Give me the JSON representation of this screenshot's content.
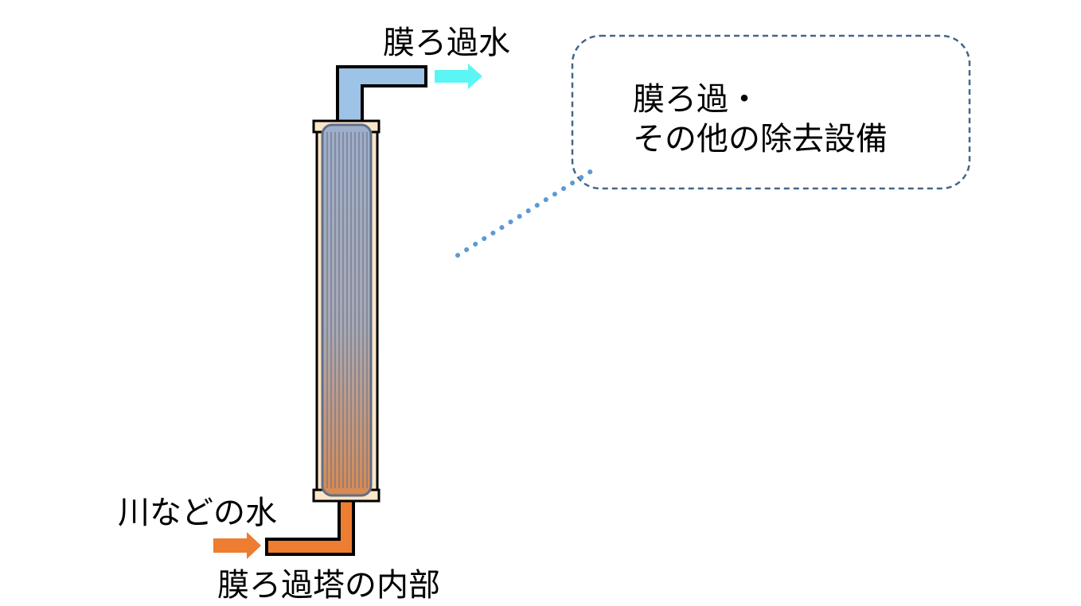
{
  "labels": {
    "filtered_water": "膜ろ過水",
    "intake_water": "川などの水",
    "tower_interior": "膜ろ過塔の内部"
  },
  "callout": {
    "line1": "膜ろ過・",
    "line2": "その他の除去設備"
  },
  "colors": {
    "inlet_pipe": "#ED7D31",
    "outlet_pipe": "#9DC3E6",
    "filtered_arrow": "#5CF5F5",
    "intake_arrow": "#ED7D31",
    "tower_casing": "#FBE5C8",
    "callout_border": "#44668A",
    "leader_dots": "#5B9BD5"
  }
}
